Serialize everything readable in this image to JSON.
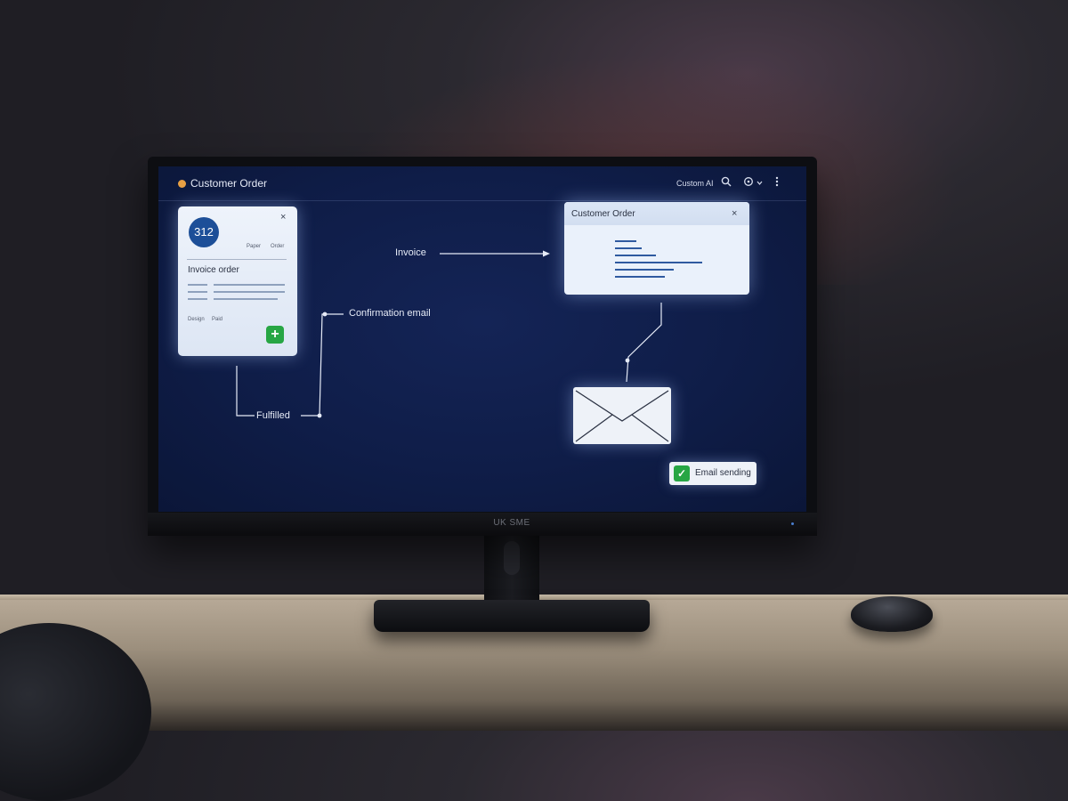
{
  "monitor": {
    "brand": "UK SME"
  },
  "app": {
    "title": "Customer Order",
    "account_label": "Custom AI",
    "icons": [
      "search-icon",
      "refresh-icon",
      "chevron-down-icon",
      "more-vertical-icon"
    ]
  },
  "order_card": {
    "badge": "312",
    "meta": [
      "Paper",
      "Order"
    ],
    "heading": "Invoice order",
    "footer": [
      "Design",
      "Paid"
    ],
    "close_glyph": "×",
    "add_glyph": "+"
  },
  "customer_order_window": {
    "title": "Customer Order",
    "close_glyph": "×"
  },
  "flow_labels": {
    "invoice": "Invoice",
    "confirmation": "Confirmation email",
    "fulfilled": "Fulfilled"
  },
  "status_chip": {
    "text": "Email sending",
    "check_glyph": "✓"
  },
  "colors": {
    "screen_bg": "#0f1d48",
    "card_bg": "#eaf1fb",
    "accent_blue": "#1d4f98",
    "success_green": "#27a644",
    "logo_orange": "#e8a044"
  }
}
